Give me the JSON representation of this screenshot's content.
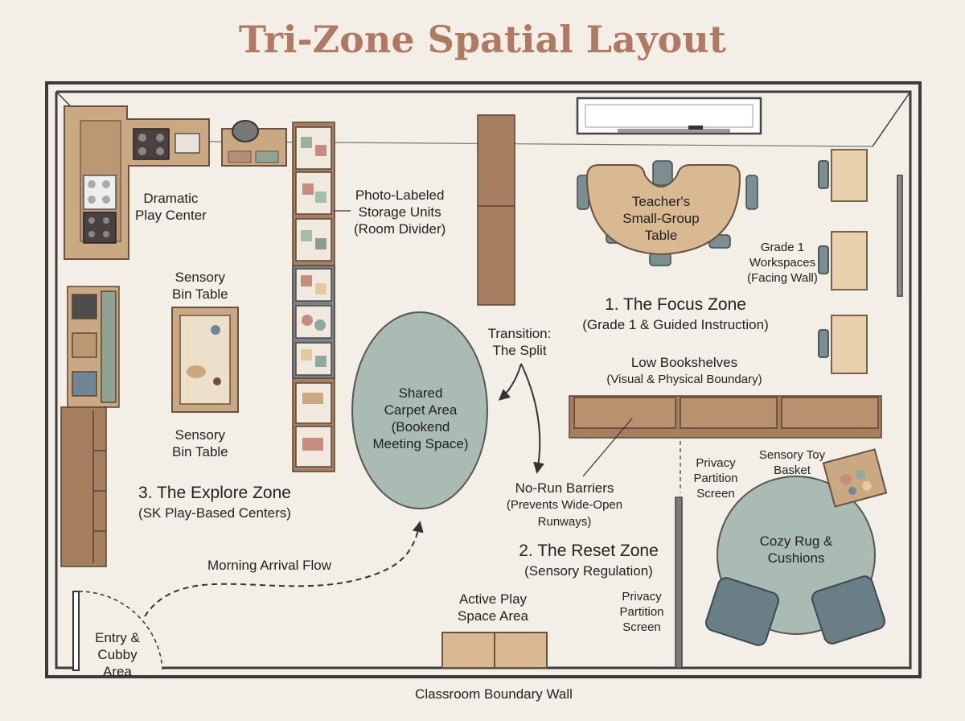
{
  "title": "Tri-Zone Spatial Layout",
  "colors": {
    "background": "#f3efe6",
    "wall": "#3c3c3c",
    "furniture": "#c9a882",
    "shelf": "#a67f61",
    "rug": "#a9bbb3",
    "cushion": "#6a7f85",
    "title": "#b07a62"
  },
  "labels": {
    "dramatic_play": [
      "Dramatic",
      "Play Center"
    ],
    "storage_units": [
      "Photo-Labeled",
      "Storage Units",
      "(Room Divider)"
    ],
    "sensory_bin_top": [
      "Sensory",
      "Bin Table"
    ],
    "sensory_bin_bottom": [
      "Sensory",
      "Bin Table"
    ],
    "teacher_table": [
      "Teacher's",
      "Small-Group",
      "Table"
    ],
    "grade1_workspaces": [
      "Grade 1",
      "Workspaces",
      "(Facing Wall)"
    ],
    "focus_zone": [
      "1. The Focus Zone",
      "(Grade 1 & Guided Instruction)"
    ],
    "transition": [
      "Transition:",
      "The Split"
    ],
    "shared_carpet": [
      "Shared",
      "Carpet Area",
      "(Bookend",
      "Meeting Space)"
    ],
    "low_bookshelves": [
      "Low Bookshelves",
      "(Visual & Physical Boundary)"
    ],
    "privacy_screen_top": [
      "Privacy",
      "Partition",
      "Screen"
    ],
    "sensory_toy_basket": [
      "Sensory Toy",
      "Basket"
    ],
    "no_run_barriers": [
      "No-Run Barriers",
      "(Prevents Wide-Open",
      "Runways)"
    ],
    "explore_zone": [
      "3. The Explore Zone",
      "(SK Play-Based Centers)"
    ],
    "cozy_rug": [
      "Cozy Rug &",
      "Cushions"
    ],
    "reset_zone": [
      "2. The Reset Zone",
      "(Sensory Regulation)"
    ],
    "morning_arrival": "Morning Arrival Flow",
    "active_play": [
      "Active Play",
      "Space Area"
    ],
    "privacy_screen_bottom": [
      "Privacy",
      "Partition",
      "Screen"
    ],
    "entry_cubby": [
      "Entry &",
      "Cubby",
      "Area"
    ],
    "boundary_wall": "Classroom Boundary Wall"
  }
}
